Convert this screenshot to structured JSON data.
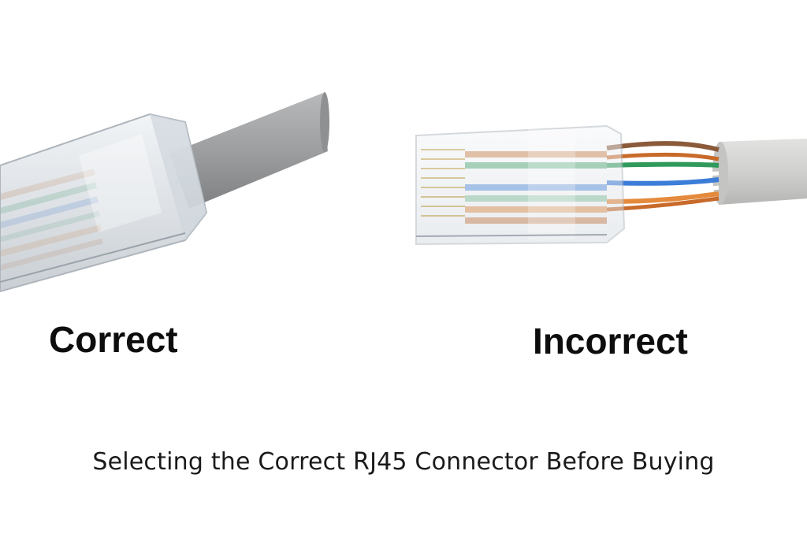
{
  "labels": {
    "correct": "Correct",
    "incorrect": "Incorrect"
  },
  "caption": "Selecting the Correct RJ45 Connector Before Buying",
  "wire_colors": [
    "#c86a2a",
    "#e58a3c",
    "#3b7dd8",
    "#2f9a5a",
    "#8a5a3a",
    "#ffffff"
  ],
  "colors": {
    "cable_gray": "#9a9c9e",
    "cable_light": "#d2d2d0",
    "plug_clear": "#e4e8ec",
    "text": "#0d0d0d"
  }
}
